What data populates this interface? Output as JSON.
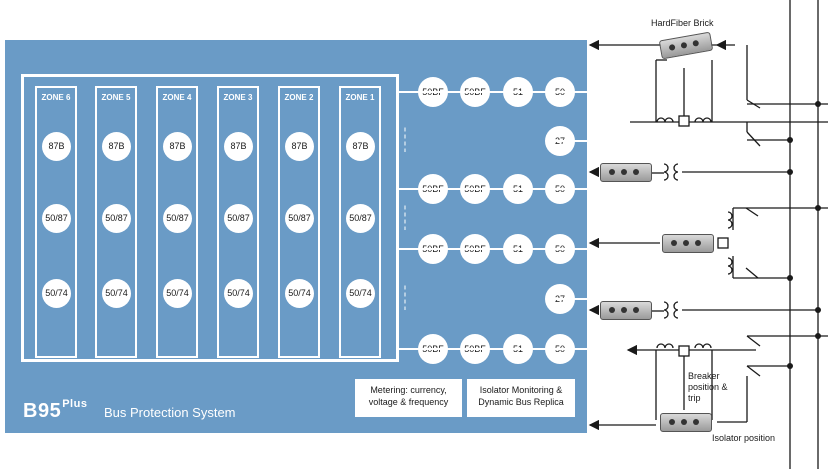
{
  "panel": {
    "brand": "B95",
    "brand_sup": "Plus",
    "subtitle": "Bus Protection System"
  },
  "zones": [
    {
      "title": "ZONE 6",
      "functions": [
        "87B",
        "50/87",
        "50/74"
      ]
    },
    {
      "title": "ZONE 5",
      "functions": [
        "87B",
        "50/87",
        "50/74"
      ]
    },
    {
      "title": "ZONE 4",
      "functions": [
        "87B",
        "50/87",
        "50/74"
      ]
    },
    {
      "title": "ZONE 3",
      "functions": [
        "87B",
        "50/87",
        "50/74"
      ]
    },
    {
      "title": "ZONE 2",
      "functions": [
        "87B",
        "50/87",
        "50/74"
      ]
    },
    {
      "title": "ZONE 1",
      "functions": [
        "87B",
        "50/87",
        "50/74"
      ]
    }
  ],
  "feeder_rows": [
    {
      "relays": [
        "50BF",
        "50BF",
        "51",
        "50"
      ]
    },
    {
      "relays": [
        "27"
      ]
    },
    {
      "relays": [
        "50BF",
        "50BF",
        "51",
        "50"
      ]
    },
    {
      "relays": [
        "50BF",
        "50BF",
        "51",
        "50"
      ]
    },
    {
      "relays": [
        "27"
      ]
    },
    {
      "relays": [
        "50BF",
        "50BF",
        "51",
        "50"
      ]
    }
  ],
  "info_boxes": [
    {
      "text": "Metering: currency, voltage & frequency"
    },
    {
      "text": "Isolator Monitoring & Dynamic Bus Replica"
    }
  ],
  "labels": {
    "hardfiber": "HardFiber Brick",
    "breaker": "Breaker position & trip",
    "isolator": "Isolator position"
  },
  "colors": {
    "panel": "#6a9bc6",
    "line": "#1a1a1a",
    "white": "#ffffff"
  }
}
